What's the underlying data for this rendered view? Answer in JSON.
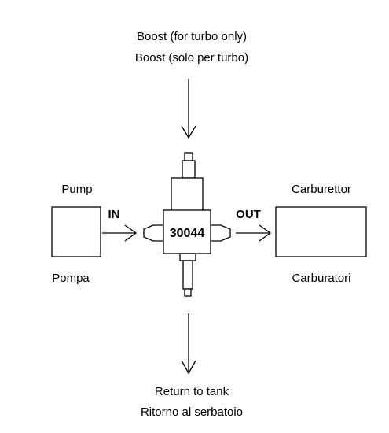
{
  "boost": {
    "line1": "Boost (for turbo only)",
    "line2": "Boost (solo per turbo)"
  },
  "pump": {
    "label_en": "Pump",
    "label_it": "Pompa"
  },
  "inlet_label": "IN",
  "outlet_label": "OUT",
  "regulator": {
    "part_number": "30044"
  },
  "carburettor": {
    "label_en": "Carburettor",
    "label_it": "Carburatori"
  },
  "return": {
    "line1": "Return to tank",
    "line2": "Ritorno al serbatoio"
  }
}
